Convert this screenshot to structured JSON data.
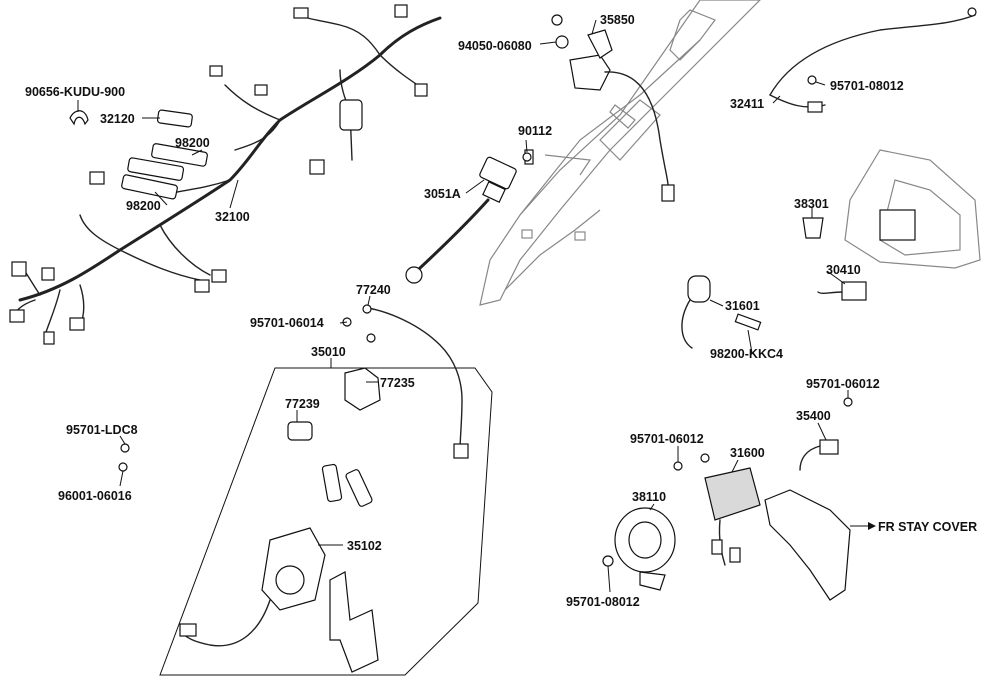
{
  "labels": {
    "p90656": "90656-KUDU-900",
    "p32120": "32120",
    "p98200a": "98200",
    "p98200b": "98200",
    "p32100": "32100",
    "p94050": "94050-06080",
    "p35850": "35850",
    "p90112": "90112",
    "p3051A": "3051A",
    "p95701_08012a": "95701-08012",
    "p32411": "32411",
    "p38301": "38301",
    "p30410": "30410",
    "p77240": "77240",
    "p95701_06014": "95701-06014",
    "p35010": "35010",
    "p77235": "77235",
    "p77239": "77239",
    "p31601": "31601",
    "p98200kkc4": "98200-KKC4",
    "p95701_06012a": "95701-06012",
    "p35400": "35400",
    "p95701_ldc8": "95701-LDC8",
    "p96001": "96001-06016",
    "p95701_06012b": "95701-06012",
    "p31600": "31600",
    "p38110": "38110",
    "frstay": "FR STAY COVER",
    "p35102": "35102",
    "p95701_08012b": "95701-08012"
  }
}
